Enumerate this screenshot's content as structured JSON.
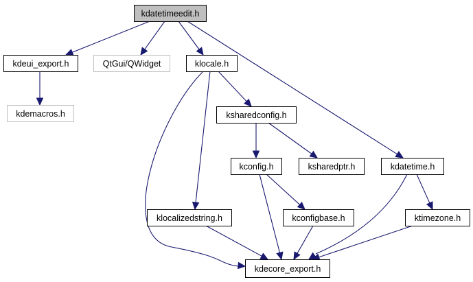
{
  "title": "kdatetimeedit.h include dependency graph",
  "colors": {
    "edge": "#191970",
    "root_fill": "#bfbfbf",
    "node_border": "#000000",
    "external_border": "#bfbfbf"
  },
  "nodes": [
    {
      "id": "kdatetimeedit",
      "label": "kdatetimeedit.h",
      "kind": "root"
    },
    {
      "id": "kdeui_export",
      "label": "kdeui_export.h",
      "kind": "normal"
    },
    {
      "id": "qwidget",
      "label": "QtGui/QWidget",
      "kind": "external"
    },
    {
      "id": "klocale",
      "label": "klocale.h",
      "kind": "normal"
    },
    {
      "id": "kdemacros",
      "label": "kdemacros.h",
      "kind": "external"
    },
    {
      "id": "ksharedconfig",
      "label": "ksharedconfig.h",
      "kind": "normal"
    },
    {
      "id": "kconfig",
      "label": "kconfig.h",
      "kind": "normal"
    },
    {
      "id": "ksharedptr",
      "label": "ksharedptr.h",
      "kind": "normal"
    },
    {
      "id": "kdatetime",
      "label": "kdatetime.h",
      "kind": "normal"
    },
    {
      "id": "klocalizedstring",
      "label": "klocalizedstring.h",
      "kind": "normal"
    },
    {
      "id": "kconfigbase",
      "label": "kconfigbase.h",
      "kind": "normal"
    },
    {
      "id": "ktimezone",
      "label": "ktimezone.h",
      "kind": "normal"
    },
    {
      "id": "kdecore_export",
      "label": "kdecore_export.h",
      "kind": "normal"
    }
  ],
  "edges": [
    [
      "kdatetimeedit",
      "kdeui_export"
    ],
    [
      "kdatetimeedit",
      "qwidget"
    ],
    [
      "kdatetimeedit",
      "klocale"
    ],
    [
      "kdatetimeedit",
      "kdatetime"
    ],
    [
      "kdeui_export",
      "kdemacros"
    ],
    [
      "klocale",
      "ksharedconfig"
    ],
    [
      "klocale",
      "klocalizedstring"
    ],
    [
      "klocale",
      "kdecore_export"
    ],
    [
      "ksharedconfig",
      "kconfig"
    ],
    [
      "ksharedconfig",
      "ksharedptr"
    ],
    [
      "kconfig",
      "kconfigbase"
    ],
    [
      "kconfig",
      "kdecore_export"
    ],
    [
      "kdatetime",
      "ktimezone"
    ],
    [
      "kdatetime",
      "kdecore_export"
    ],
    [
      "klocalizedstring",
      "kdecore_export"
    ],
    [
      "kconfigbase",
      "kdecore_export"
    ],
    [
      "ktimezone",
      "kdecore_export"
    ]
  ]
}
